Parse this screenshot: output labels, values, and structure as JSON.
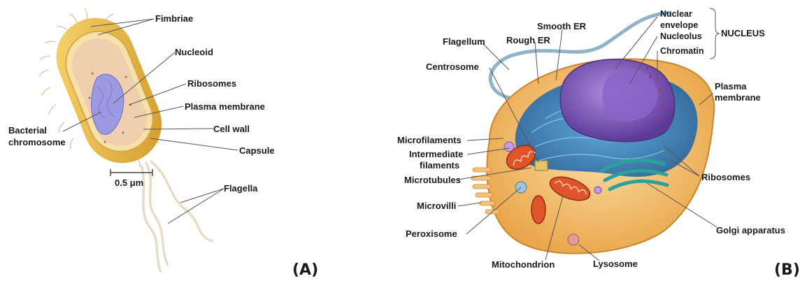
{
  "panels": [
    {
      "tag": "(A)",
      "labels": {
        "fimbriae": "Fimbriae",
        "nucleoid": "Nucleoid",
        "ribosomes": "Ribosomes",
        "plasma_membrane": "Plasma membrane",
        "bacterial_chromosome_1": "Bacterial",
        "bacterial_chromosome_2": "chromosome",
        "cell_wall": "Cell wall",
        "capsule": "Capsule",
        "flagella": "Flagella",
        "scale": "0.5 μm"
      }
    },
    {
      "tag": "(B)",
      "labels": {
        "smooth_er": "Smooth ER",
        "rough_er": "Rough ER",
        "flagellum": "Flagellum",
        "centrosome": "Centrosome",
        "nuclear_envelope_1": "Nuclear",
        "nuclear_envelope_2": "envelope",
        "nucleolus": "Nucleolus",
        "chromatin": "Chromatin",
        "nucleus": "NUCLEUS",
        "plasma_membrane_1": "Plasma",
        "plasma_membrane_2": "membrane",
        "microfilaments": "Microfilaments",
        "intermediate_1": "Intermediate",
        "intermediate_2": "filaments",
        "microtubules": "Microtubules",
        "microvilli": "Microvilli",
        "peroxisome": "Peroxisome",
        "mitochondrion": "Mitochondrion",
        "lysosome": "Lysosome",
        "golgi": "Golgi apparatus",
        "ribosomes": "Ribosomes"
      }
    }
  ],
  "colors": {
    "capsule": "#e8b94a",
    "cell_wall": "#f6dc95",
    "cytoplasm": "#f2d0a8",
    "chromosome": "#8f8fd6",
    "nucleus": "#7a4fb3",
    "er": "#2f7fc4",
    "golgi": "#2aa29a",
    "mitochondria": "#e0542b",
    "cell_body": "#f0b968"
  }
}
